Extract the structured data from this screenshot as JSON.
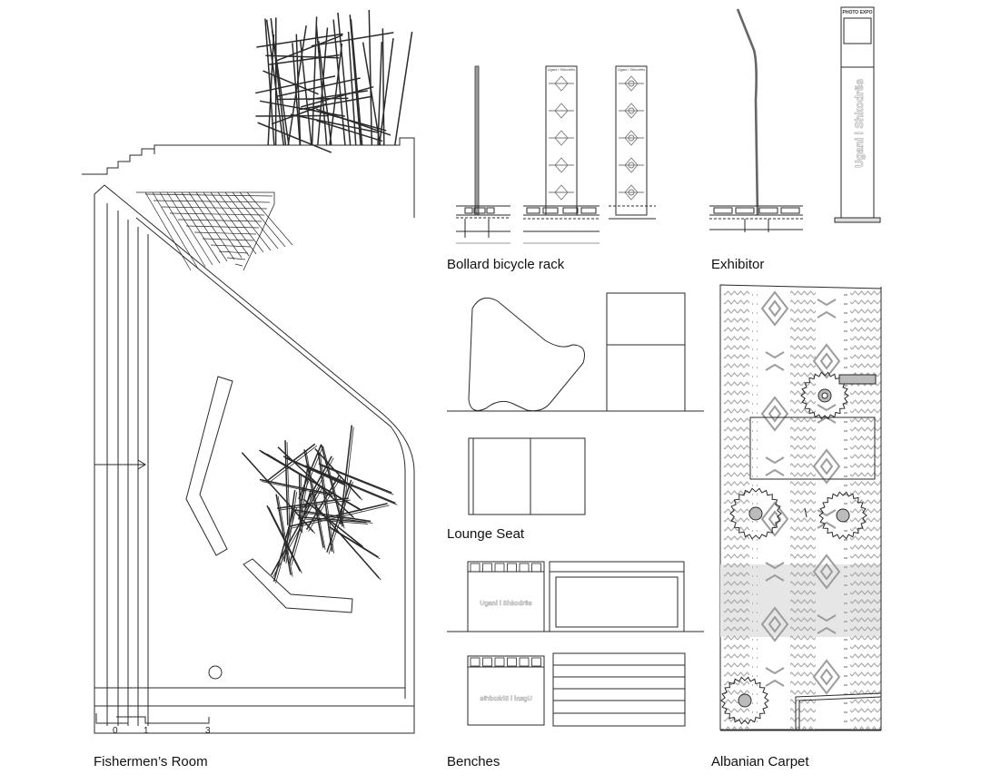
{
  "captions": {
    "fishermen_room": "Fishermen’s Room",
    "bollard_rack": "Bollard bicycle rack",
    "exhibitor": "Exhibitor",
    "lounge_seat": "Lounge Seat",
    "benches": "Benches",
    "albanian_carpet": "Albanian Carpet"
  },
  "scale_bar": {
    "ticks": [
      "0",
      "1",
      "3"
    ]
  },
  "signage": {
    "panel_label": "Ugani i Shkodrës",
    "exhibitor_header": "PHOTO EXPO",
    "exhibitor_vertical": "Ugani i Shkodrës",
    "bench_text": "Ugani i Shkodrës",
    "bench_text_mirrored": "Ugani i Shkodrës"
  },
  "colors": {
    "line": "#2a2a2a",
    "light_line": "#9a9a9a",
    "carpet_fill": "#e8e8e8",
    "motif": "#a9a9a9"
  }
}
